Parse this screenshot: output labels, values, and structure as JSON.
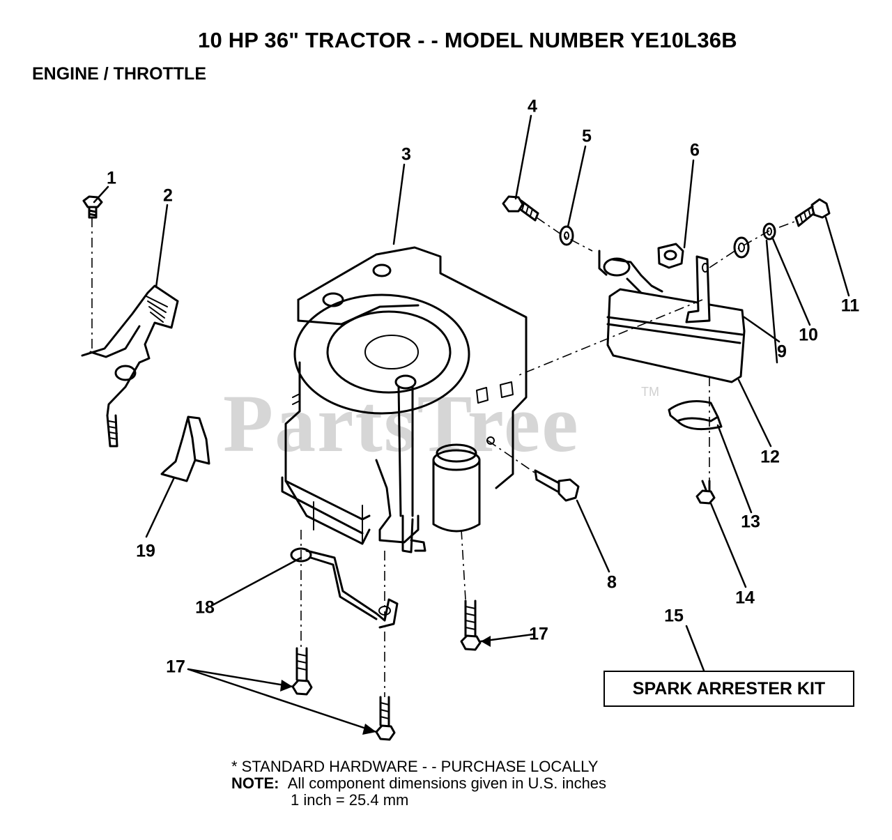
{
  "header": {
    "title": "10 HP 36\" TRACTOR - - MODEL NUMBER YE10L36B",
    "subtitle": "ENGINE / THROTTLE"
  },
  "watermark": {
    "text": "PartsTree",
    "tm": "TM"
  },
  "callouts": {
    "c1": "1",
    "c2": "2",
    "c3": "3",
    "c4": "4",
    "c5": "5",
    "c6": "6",
    "c8": "8",
    "c9": "9",
    "c10": "10",
    "c11": "11",
    "c12": "12",
    "c13": "13",
    "c14": "14",
    "c15": "15",
    "c17a": "17",
    "c17b": "17",
    "c18": "18",
    "c19": "19"
  },
  "kit_label": "SPARK ARRESTER KIT",
  "notes": {
    "standard_hardware": "* STANDARD HARDWARE - - PURCHASE LOCALLY",
    "note_label": "NOTE:",
    "note_text": "All component dimensions given in U.S. inches",
    "conversion": "1 inch = 25.4 mm"
  }
}
